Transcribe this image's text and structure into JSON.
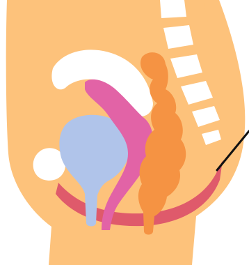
{
  "diagram": {
    "subject": "female-pelvis-sagittal-section",
    "structures": [
      "pelvic-body-silhouette",
      "sacrum-coccyx",
      "pubic-bone",
      "pubic-symphysis",
      "uterus",
      "bladder",
      "urethra",
      "vagina",
      "rectum",
      "pelvic-floor-muscle"
    ],
    "pointer_target": "pelvic-floor-muscle",
    "colors": {
      "body": "#FDC27B",
      "bone": "#FFFFFF",
      "uterus": "#E263A6",
      "bladder": "#B0C4EA",
      "rectum": "#F59343",
      "pelvic_floor": "#DF5A6B",
      "pointer": "#111111"
    }
  }
}
